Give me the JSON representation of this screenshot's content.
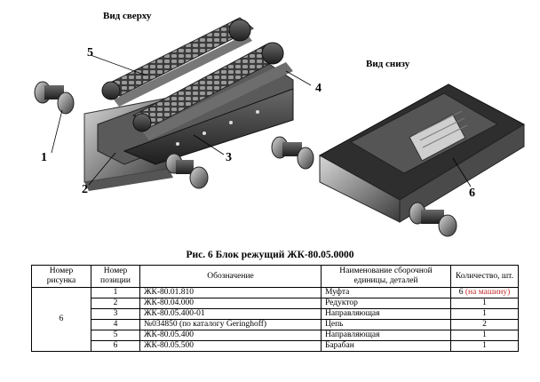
{
  "views": {
    "top_label": "Вид сверху",
    "bottom_label": "Вид снизу"
  },
  "callouts": {
    "c1": "1",
    "c2": "2",
    "c3": "3",
    "c4": "4",
    "c5": "5",
    "c6": "6"
  },
  "caption": "Рис. 6 Блок режущий ЖК-80.05.0000",
  "table": {
    "headers": {
      "fig_no": "Номер рисунка",
      "pos_no": "Номер позиции",
      "designation": "Обозначение",
      "name": "Наименование сборочной единицы, деталей",
      "qty": "Количество, шт."
    },
    "figure_number": "6",
    "rows": [
      {
        "pos": "1",
        "designation": "ЖК-80.01.810",
        "name": "Муфта",
        "qty": "6",
        "qty_note": "(на машину)"
      },
      {
        "pos": "2",
        "designation": "ЖК-80.04.000",
        "name": "Редуктор",
        "qty": "1",
        "qty_note": ""
      },
      {
        "pos": "3",
        "designation": "ЖК-80.05.400-01",
        "name": "Направляющая",
        "qty": "1",
        "qty_note": ""
      },
      {
        "pos": "4",
        "designation": "№034850 (по каталогу Geringhoff)",
        "name": "Цепь",
        "qty": "2",
        "qty_note": ""
      },
      {
        "pos": "5",
        "designation": "ЖК-80.05.400",
        "name": "Направляющая",
        "qty": "1",
        "qty_note": ""
      },
      {
        "pos": "6",
        "designation": "ЖК-80.05.500",
        "name": "Барабан",
        "qty": "1",
        "qty_note": ""
      }
    ]
  }
}
